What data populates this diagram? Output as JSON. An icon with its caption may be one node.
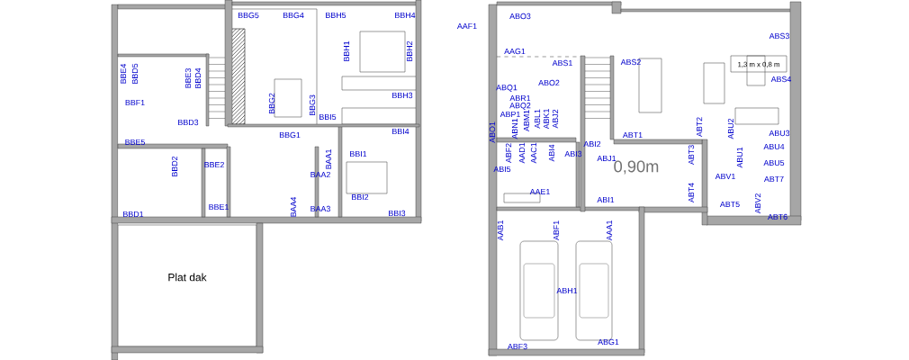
{
  "diagram": {
    "labels": [
      "BBG5",
      "BBG4",
      "BBH5",
      "BBH4",
      "BBH1",
      "BBH2",
      "BBE4",
      "BBD5",
      "BBE3",
      "BBD4",
      "BBF1",
      "BBG2",
      "BBG3",
      "BBH3",
      "BBD3",
      "BBI5",
      "BBG1",
      "BBI4",
      "BBE5",
      "BBD2",
      "BBE2",
      "BAA1",
      "BBI1",
      "BAA2",
      "BBI2",
      "BBE1",
      "BAA4",
      "BAA3",
      "BBD1",
      "BBI3",
      "Plat dak",
      "ABO3",
      "AAF1",
      "ABS3",
      "AAG1",
      "ABS1",
      "ABS2",
      "1,3 m x 0,8 m",
      "ABS4",
      "ABO2",
      "ABQ1",
      "ABR1",
      "ABQ2",
      "ABP1",
      "ABN1",
      "ABM1",
      "ABL1",
      "ABK1",
      "ABJ2",
      "ABO1",
      "ABT1",
      "ABT2",
      "ABU2",
      "ABU3",
      "ABI2",
      "ABU4",
      "ABF2",
      "AAD1",
      "AAC1",
      "ABI4",
      "ABI3",
      "ABJ1",
      "ABT3",
      "ABU1",
      "ABU5",
      "0,90m",
      "ABI5",
      "ABV1",
      "ABT7",
      "AAE1",
      "ABI1",
      "ABT4",
      "ABT5",
      "ABV2",
      "ABT6",
      "AAB1",
      "ABF1",
      "AAA1",
      "ABH1",
      "ABG1",
      "ABF3"
    ]
  }
}
